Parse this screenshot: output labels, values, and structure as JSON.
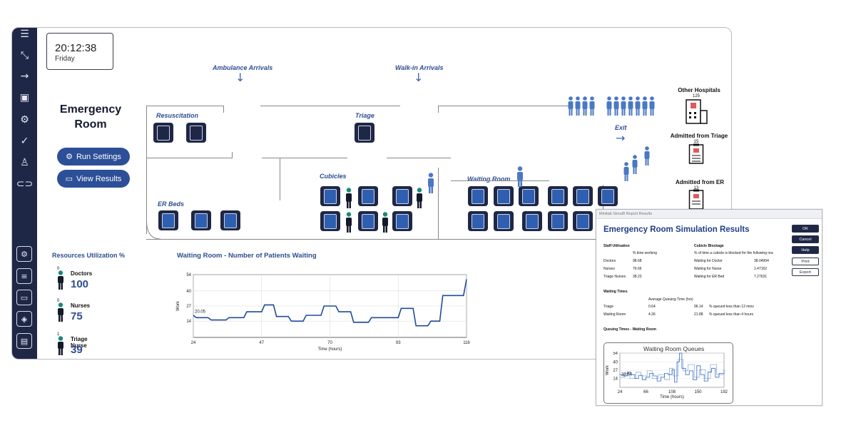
{
  "clock": {
    "time": "20:12:38",
    "day": "Friday"
  },
  "title": {
    "line1": "Emergency",
    "line2": "Room"
  },
  "buttons": {
    "run_settings": "Run Settings",
    "view_results": "View Results"
  },
  "sidebar": {
    "icons": [
      "menu-icon",
      "resize-icon",
      "arrow-right-icon",
      "save-icon",
      "settings-icon",
      "check-icon",
      "user-icon",
      "link-icon"
    ],
    "bottom_icons": [
      "settings-box-icon",
      "toggle-box-icon",
      "panel-box-icon",
      "diamond-box-icon",
      "calendar-box-icon"
    ]
  },
  "floor": {
    "ambulance": "Ambulance Arrivals",
    "walkin": "Walk-in Arrivals",
    "resuscitation": "Resuscitation",
    "triage": "Triage",
    "cubicles": "Cubicles",
    "waiting": "Waiting Room",
    "er_beds": "ER Beds",
    "exit": "Exit"
  },
  "destinations": {
    "other": {
      "label": "Other Hospitals",
      "count": "125"
    },
    "triage": {
      "label": "Admitted from Triage",
      "count": "15"
    },
    "er": {
      "label": "Admitted from ER",
      "count": "13"
    }
  },
  "utilization": {
    "title": "Resources Utilization %",
    "rows": [
      {
        "name": "Doctors",
        "count": "0",
        "value": "100"
      },
      {
        "name": "Nurses",
        "count": "0",
        "value": "75"
      },
      {
        "name": "Triage Nurse",
        "count": "1",
        "value": "39"
      }
    ]
  },
  "chart_data": {
    "type": "line",
    "title": "Waiting Room - Number of Patients Waiting",
    "xlabel": "Time (hours)",
    "ylabel": "Work",
    "xticks": [
      "24",
      "47",
      "70",
      "93",
      "116"
    ],
    "yticks": [
      "54",
      "40",
      "27",
      "14"
    ],
    "xlim": [
      24,
      116
    ],
    "ylim": [
      0,
      54
    ],
    "annotation": "20.05",
    "x": [
      24,
      25,
      29,
      30,
      35,
      36,
      41,
      42,
      47,
      48,
      51,
      52,
      56,
      57,
      61,
      62,
      67,
      68,
      72,
      73,
      77,
      78,
      83,
      84,
      93,
      94,
      98,
      99,
      103,
      104,
      107,
      108,
      115,
      116
    ],
    "y": [
      19,
      17,
      17,
      15,
      15,
      17,
      17,
      22,
      22,
      28,
      28,
      18,
      18,
      14,
      14,
      19,
      19,
      27,
      27,
      22,
      22,
      13,
      13,
      17,
      17,
      25,
      25,
      10,
      10,
      14,
      14,
      36,
      36,
      50
    ]
  },
  "report": {
    "window_title": "Minitab Simul8 Report Results",
    "title": "Emergency Room Simulation Results",
    "buttons": [
      "OK",
      "Cancel",
      "Help",
      "Print",
      "Export"
    ],
    "staff_head": "Staff Utilisation",
    "staff_sub": "% time working",
    "staff": [
      {
        "name": "Doctors",
        "value": "98.68"
      },
      {
        "name": "Nurses",
        "value": "76.66"
      },
      {
        "name": "Triage Nurses",
        "value": "38.23"
      }
    ],
    "cub_head": "Cubicle Blockage",
    "cub_sub": "% of time a cubicle is blocked for the following rea",
    "cub": [
      {
        "name": "Waiting for Doctor",
        "value": "38.04994"
      },
      {
        "name": "Waiting for Nurse",
        "value": "1.47162"
      },
      {
        "name": "Waiting for ER Bed",
        "value": "7.27631"
      }
    ],
    "wait_head": "Waiting Times",
    "wait_sub": "Average Queuing Time (hrs)",
    "wait": [
      {
        "name": "Triage",
        "avg": "0.64",
        "pct": "96.14",
        "desc": "% queued less than 12 mins"
      },
      {
        "name": "Waiting Room",
        "avg": "4.36",
        "pct": "21.88",
        "desc": "% queued less than 4 hours"
      }
    ],
    "queue_head": "Queuing Times - Waiting Room",
    "mini_chart": {
      "title": "Waiting Room Queues",
      "xlabel": "Time (hours)",
      "ylabel": "Work",
      "xticks": [
        "24",
        "66",
        "108",
        "150",
        "192"
      ],
      "yticks": [
        "54",
        "40",
        "27",
        "14"
      ],
      "annotation": "20.64"
    }
  }
}
